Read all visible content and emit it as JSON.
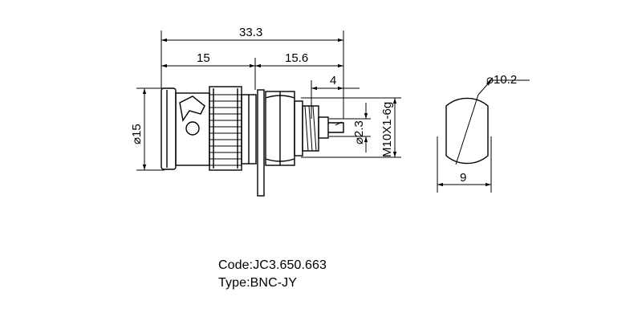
{
  "dimensions": {
    "overall_length": "33.3",
    "left_length": "15",
    "right_length": "15.6",
    "pin_length": "4",
    "body_diameter": "⌀15",
    "pin_diameter": "⌀2.3",
    "thread": "M10X1-6g",
    "flange_diameter": "⌀10.2",
    "flat_width": "9"
  },
  "caption": {
    "code_label": "Code:",
    "code_value": "JC3.650.663",
    "type_label": "Type:",
    "type_value": "BNC-JY"
  }
}
